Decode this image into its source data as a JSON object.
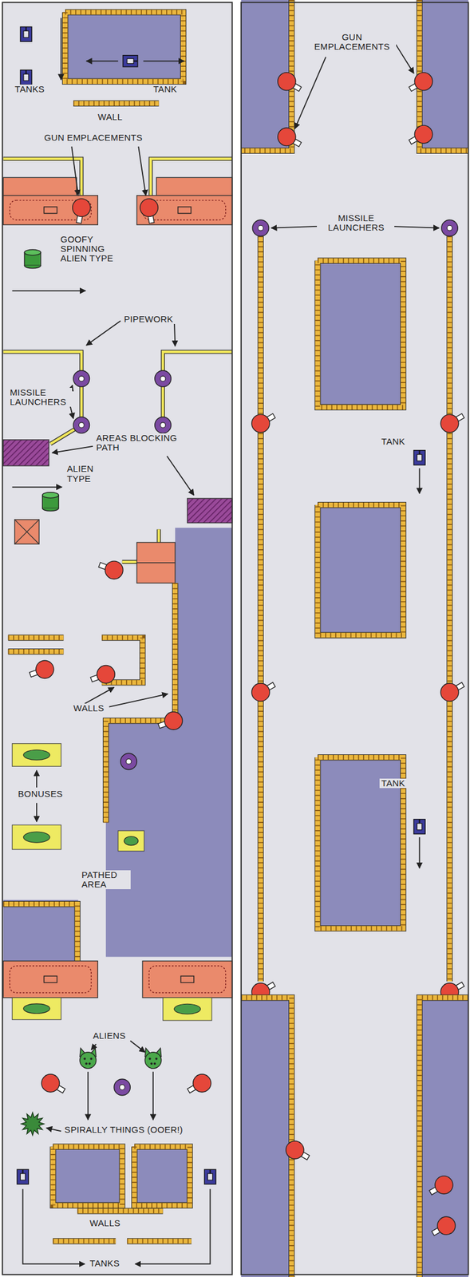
{
  "diagram": {
    "labels": [
      "TANKS",
      "TANK",
      "WALL",
      "GUN EMPLACEMENTS",
      "GOOFY SPINNING ALIEN TYPE",
      "PIPEWORK",
      "MISSILE LAUNCHERS",
      "AREAS BLOCKING PATH",
      "ALIEN TYPE",
      "WALLS",
      "BONUSES",
      "PATHED AREA",
      "ALIENS",
      "SPIRALLY THINGS (OOER!)",
      "WALLS",
      "TANKS",
      "GUN EMPLACEMENTS",
      "MISSILE LAUNCHERS",
      "TANK",
      "TANK"
    ]
  }
}
